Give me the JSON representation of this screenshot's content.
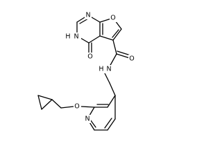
{
  "molecule": {
    "atom_labels": {
      "n_top": "N",
      "o_furan": "O",
      "hn_ring": "H",
      "n_ring_h": "N",
      "o_keto": "O",
      "o_amide": "O",
      "nh_amide_n": "N",
      "nh_amide_h": "H",
      "o_ether": "O",
      "n_pyridine": "N"
    }
  }
}
